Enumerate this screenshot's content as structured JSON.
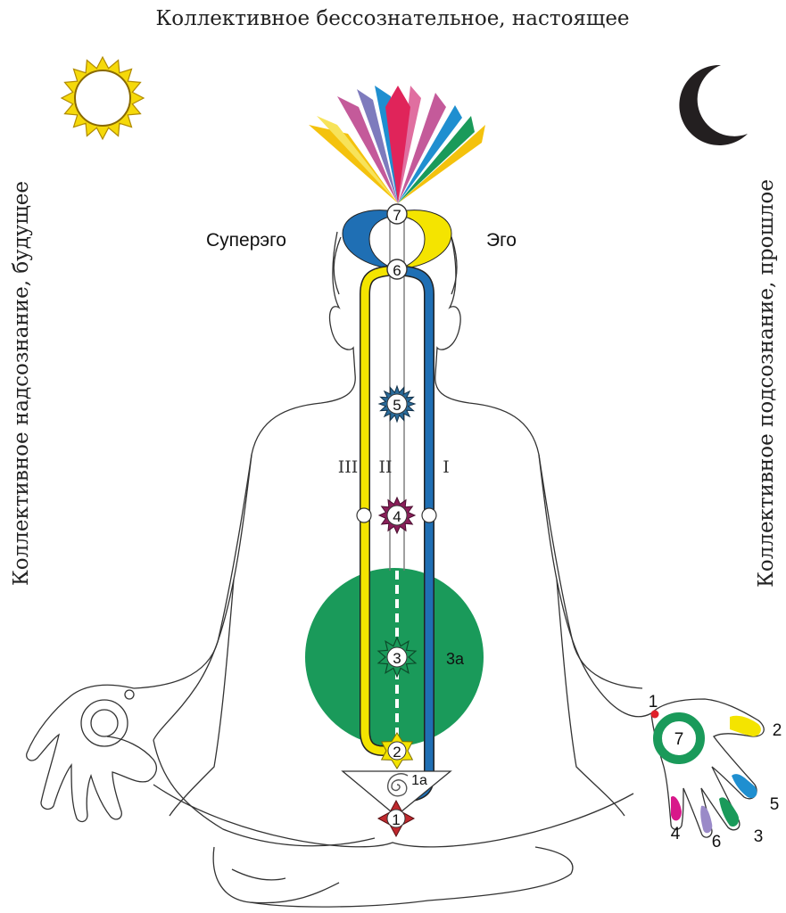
{
  "title": "Коллективное бессознательное, настоящее",
  "left_label": "Коллективное надсознание, будущее",
  "right_label": "Коллективное подсознание, прошлое",
  "superego_label": "Суперэго",
  "ego_label": "Эго",
  "channels": {
    "left": "III",
    "center": "II",
    "right": "I"
  },
  "chakras": [
    "7",
    "6",
    "5",
    "4",
    "3",
    "3a",
    "2",
    "1a",
    "1"
  ],
  "chakra_labels": {
    "c7": "7",
    "c6": "6",
    "c5": "5",
    "c4": "4",
    "c3": "3",
    "c3a": "3a",
    "c2": "2",
    "c1a": "1a",
    "c1": "1"
  },
  "right_hand": {
    "palm": "7",
    "dot": "1",
    "thumb": "2",
    "f5": "5",
    "f3": "3",
    "f6": "6",
    "f4": "4"
  },
  "icons": {
    "sun": "sun-icon",
    "moon": "crescent-moon-icon"
  },
  "colors": {
    "left_channel": "#f2e600",
    "right_channel": "#1f6fb4",
    "nabhi": "#1a9a5a",
    "swadisthan": "#f4e400",
    "mooladhara": "#c0282d",
    "heart": "#8b1f5a",
    "vishuddhi": "#2a6b9a",
    "sun": "#f5d90a",
    "moon": "#231f20"
  }
}
